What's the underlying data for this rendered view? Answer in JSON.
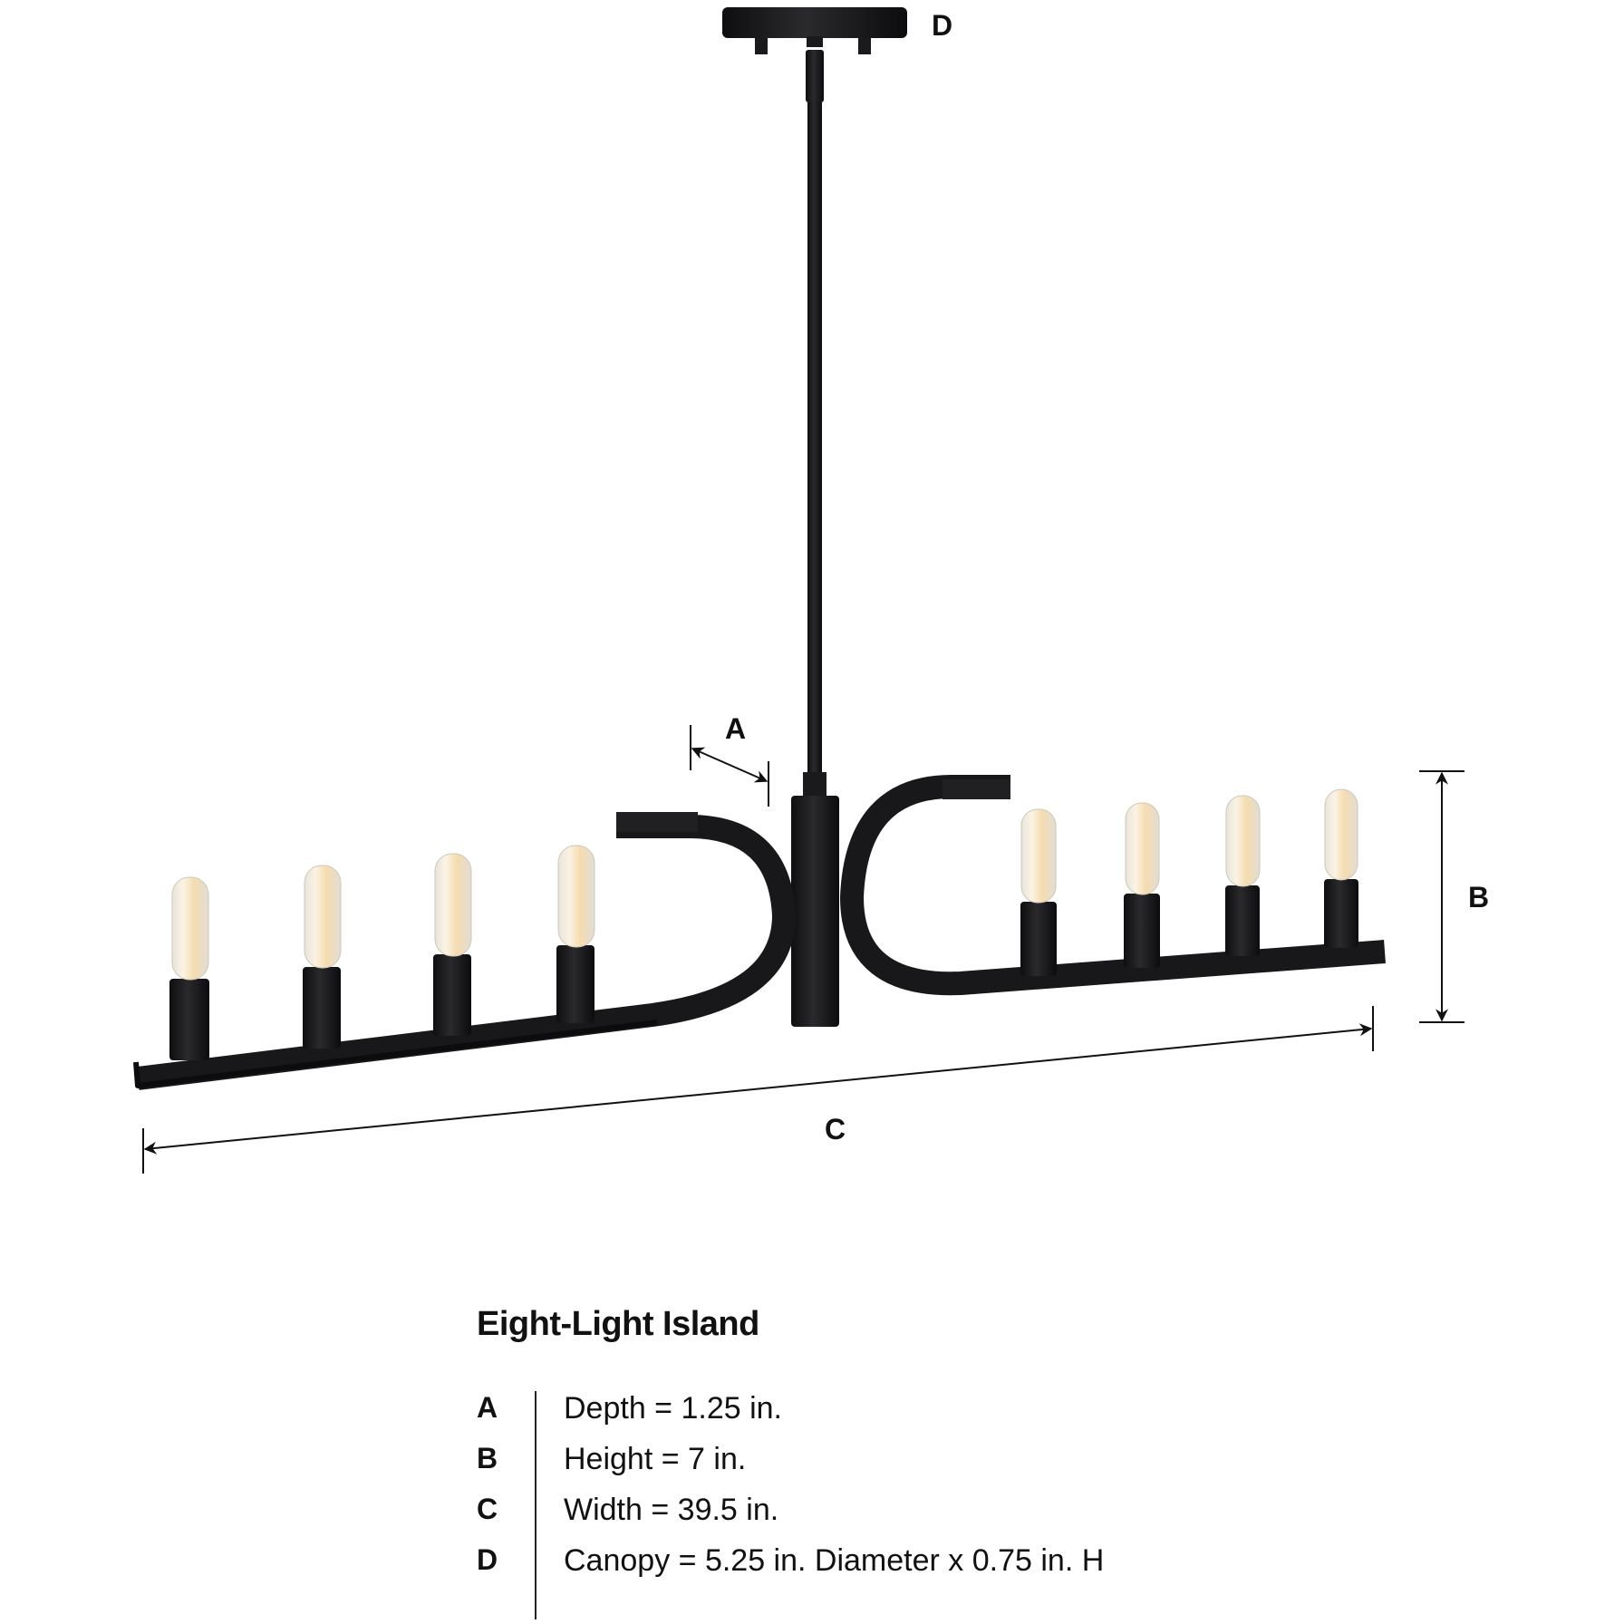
{
  "product": {
    "title": "Eight-Light Island",
    "light_count": 8,
    "finish_color": "#1c1c1e",
    "bulb_glow_color": "#f4d7a8"
  },
  "dimension_markers": {
    "A": "A",
    "B": "B",
    "C": "C",
    "D": "D"
  },
  "specs": [
    {
      "key": "A",
      "label": "Depth = 1.25 in."
    },
    {
      "key": "B",
      "label": "Height = 7 in."
    },
    {
      "key": "C",
      "label": "Width = 39.5 in."
    },
    {
      "key": "D",
      "label": "Canopy = 5.25 in. Diameter x 0.75 in. H"
    }
  ]
}
